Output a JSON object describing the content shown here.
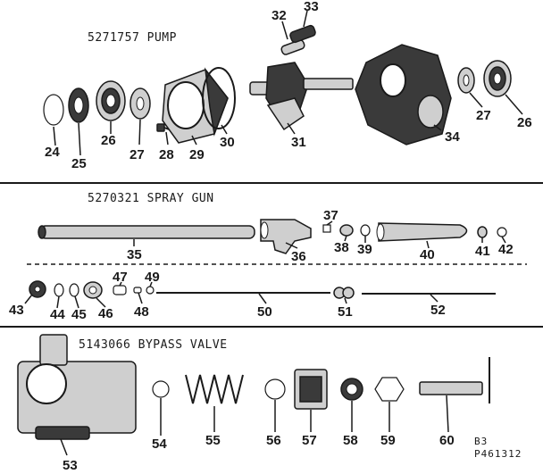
{
  "sections": {
    "pump": {
      "title": "5271757 PUMP"
    },
    "spray_gun": {
      "title": "5270321 SPRAY GUN"
    },
    "bypass_valve": {
      "title": "5143066 BYPASS VALVE"
    }
  },
  "callouts": {
    "p24": "24",
    "p25": "25",
    "p26": "26",
    "p27": "27",
    "p28": "28",
    "p29": "29",
    "p30": "30",
    "p31": "31",
    "p32": "32",
    "p33": "33",
    "p34": "34",
    "p27b": "27",
    "p26b": "26",
    "p35": "35",
    "p36": "36",
    "p37": "37",
    "p38": "38",
    "p39": "39",
    "p40": "40",
    "p41": "41",
    "p42": "42",
    "p43": "43",
    "p44": "44",
    "p45": "45",
    "p46": "46",
    "p47": "47",
    "p48": "48",
    "p49": "49",
    "p50": "50",
    "p51": "51",
    "p52": "52",
    "p53": "53",
    "p54": "54",
    "p55": "55",
    "p56": "56",
    "p57": "57",
    "p58": "58",
    "p59": "59",
    "p60": "60"
  },
  "footer": {
    "sheet": "B3",
    "drawing_number": "P461312"
  },
  "colors": {
    "ink": "#1a1a1a",
    "paper": "#ffffff",
    "shade": "#cfcfcf"
  }
}
